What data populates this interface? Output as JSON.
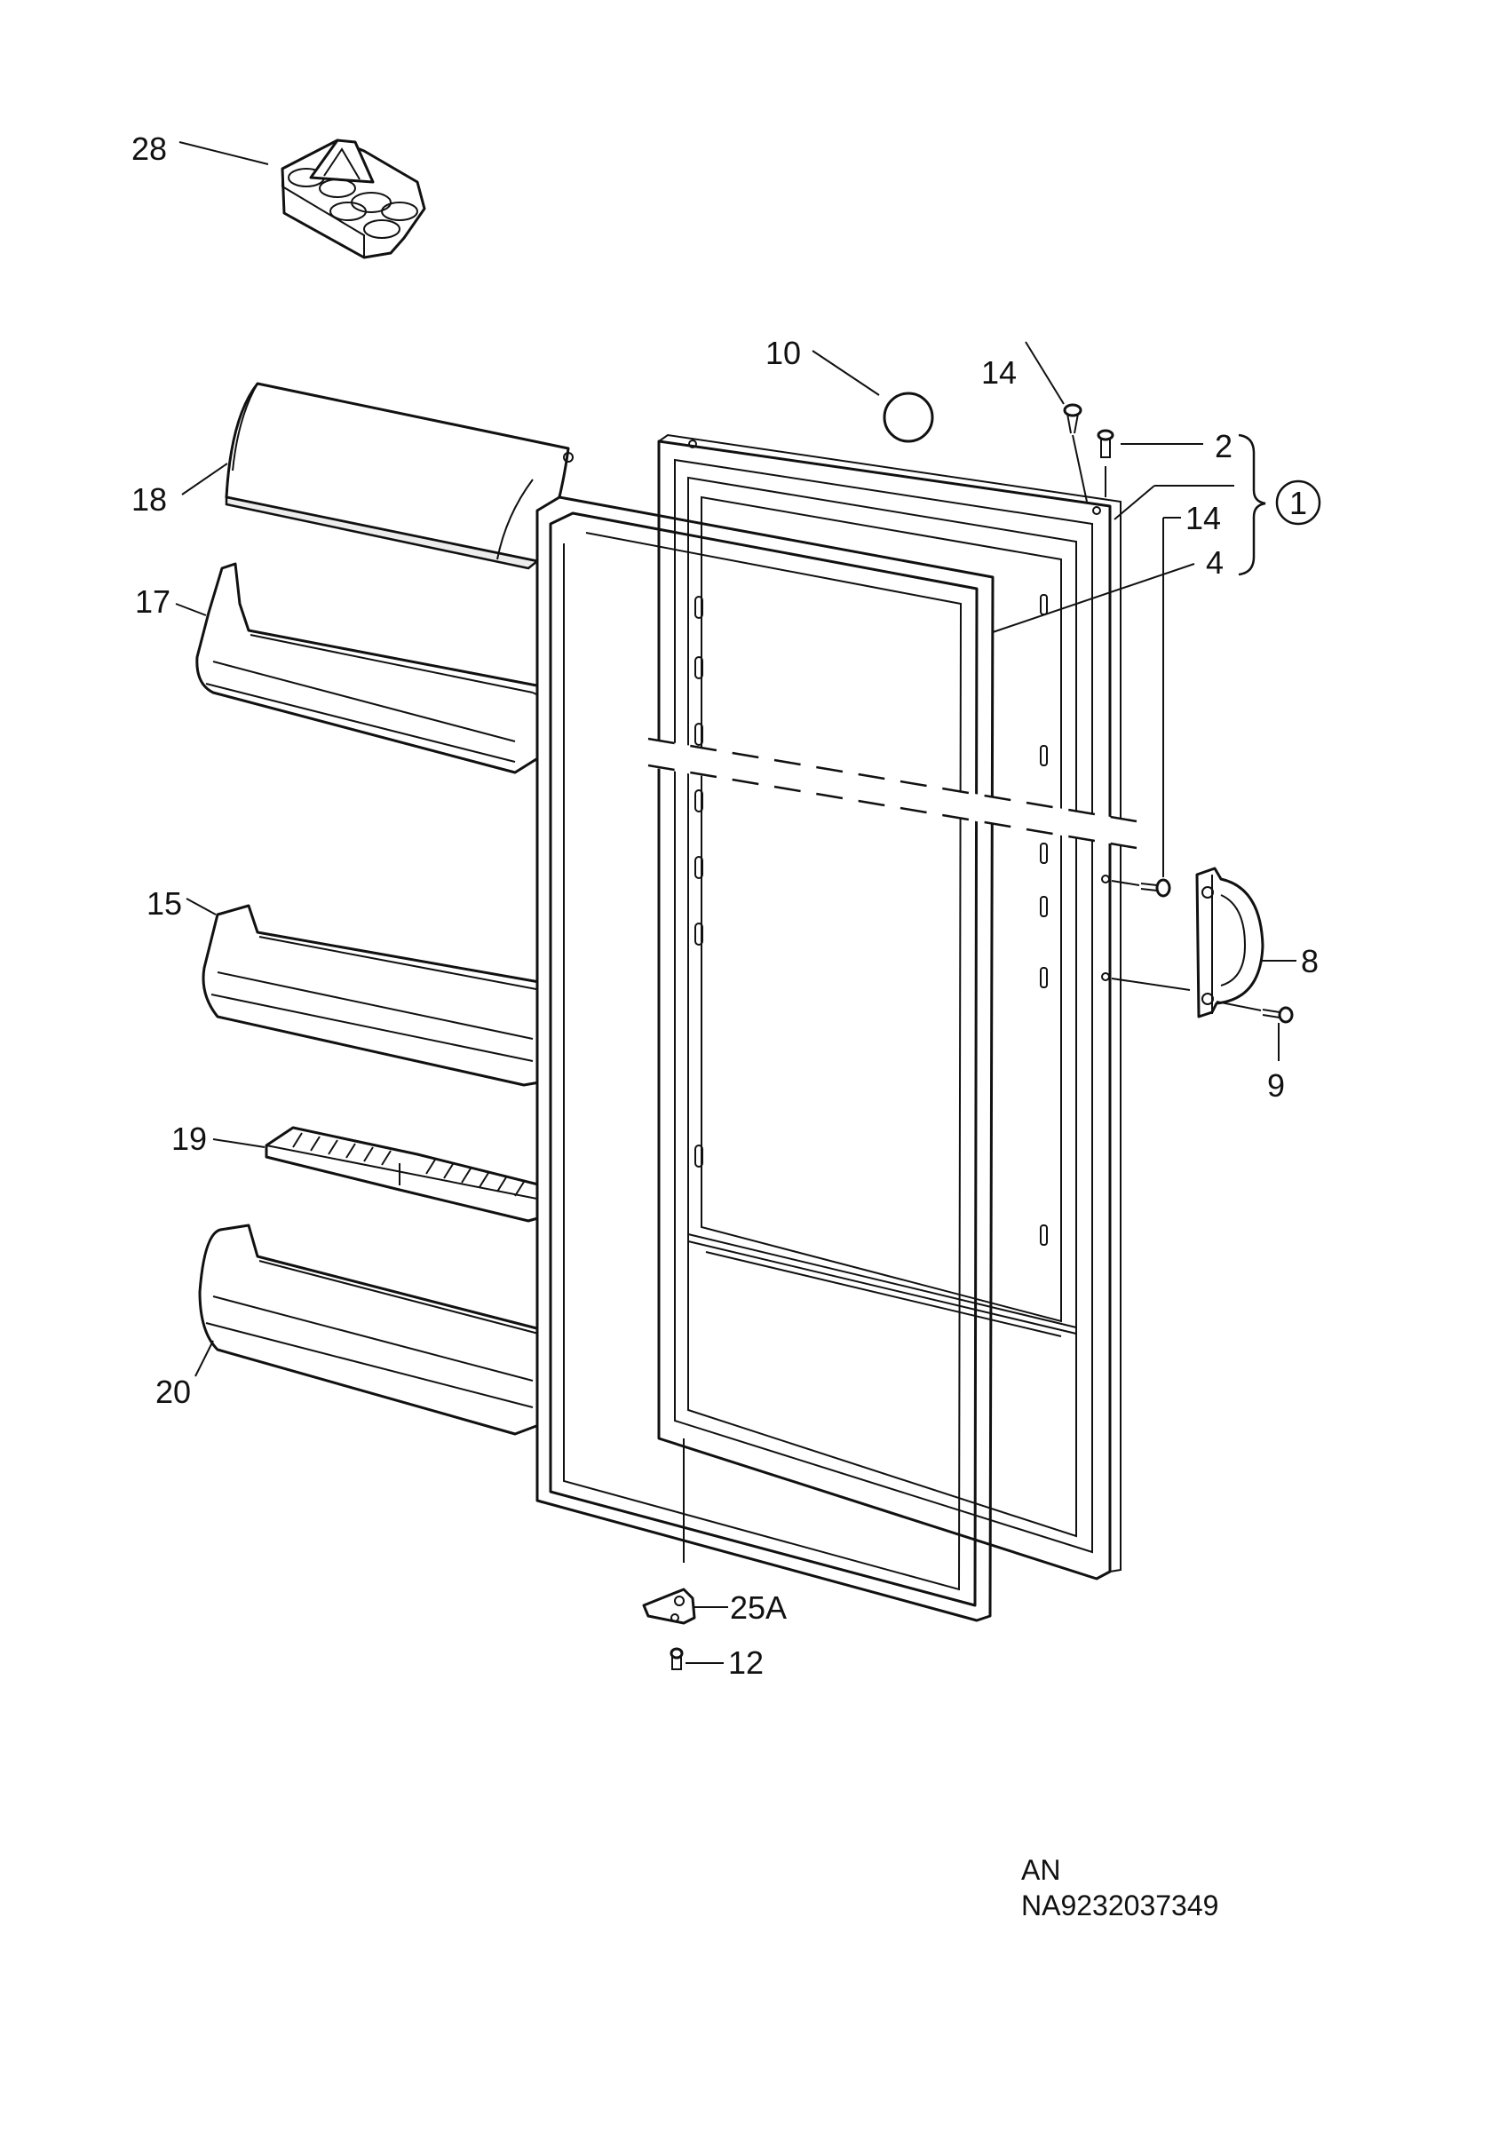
{
  "labels": {
    "l28": "28",
    "l18": "18",
    "l17": "17",
    "l15": "15",
    "l19": "19",
    "l20": "20",
    "l10": "10",
    "l14a": "14",
    "l2": "2",
    "l1": "1",
    "l14b": "14",
    "l4": "4",
    "l8": "8",
    "l9": "9",
    "l25a": "25A",
    "l12": "12"
  },
  "footer": {
    "line1": "AN",
    "line2": "NA9232037349"
  },
  "colors": {
    "stroke": "#111111",
    "background": "#ffffff"
  }
}
